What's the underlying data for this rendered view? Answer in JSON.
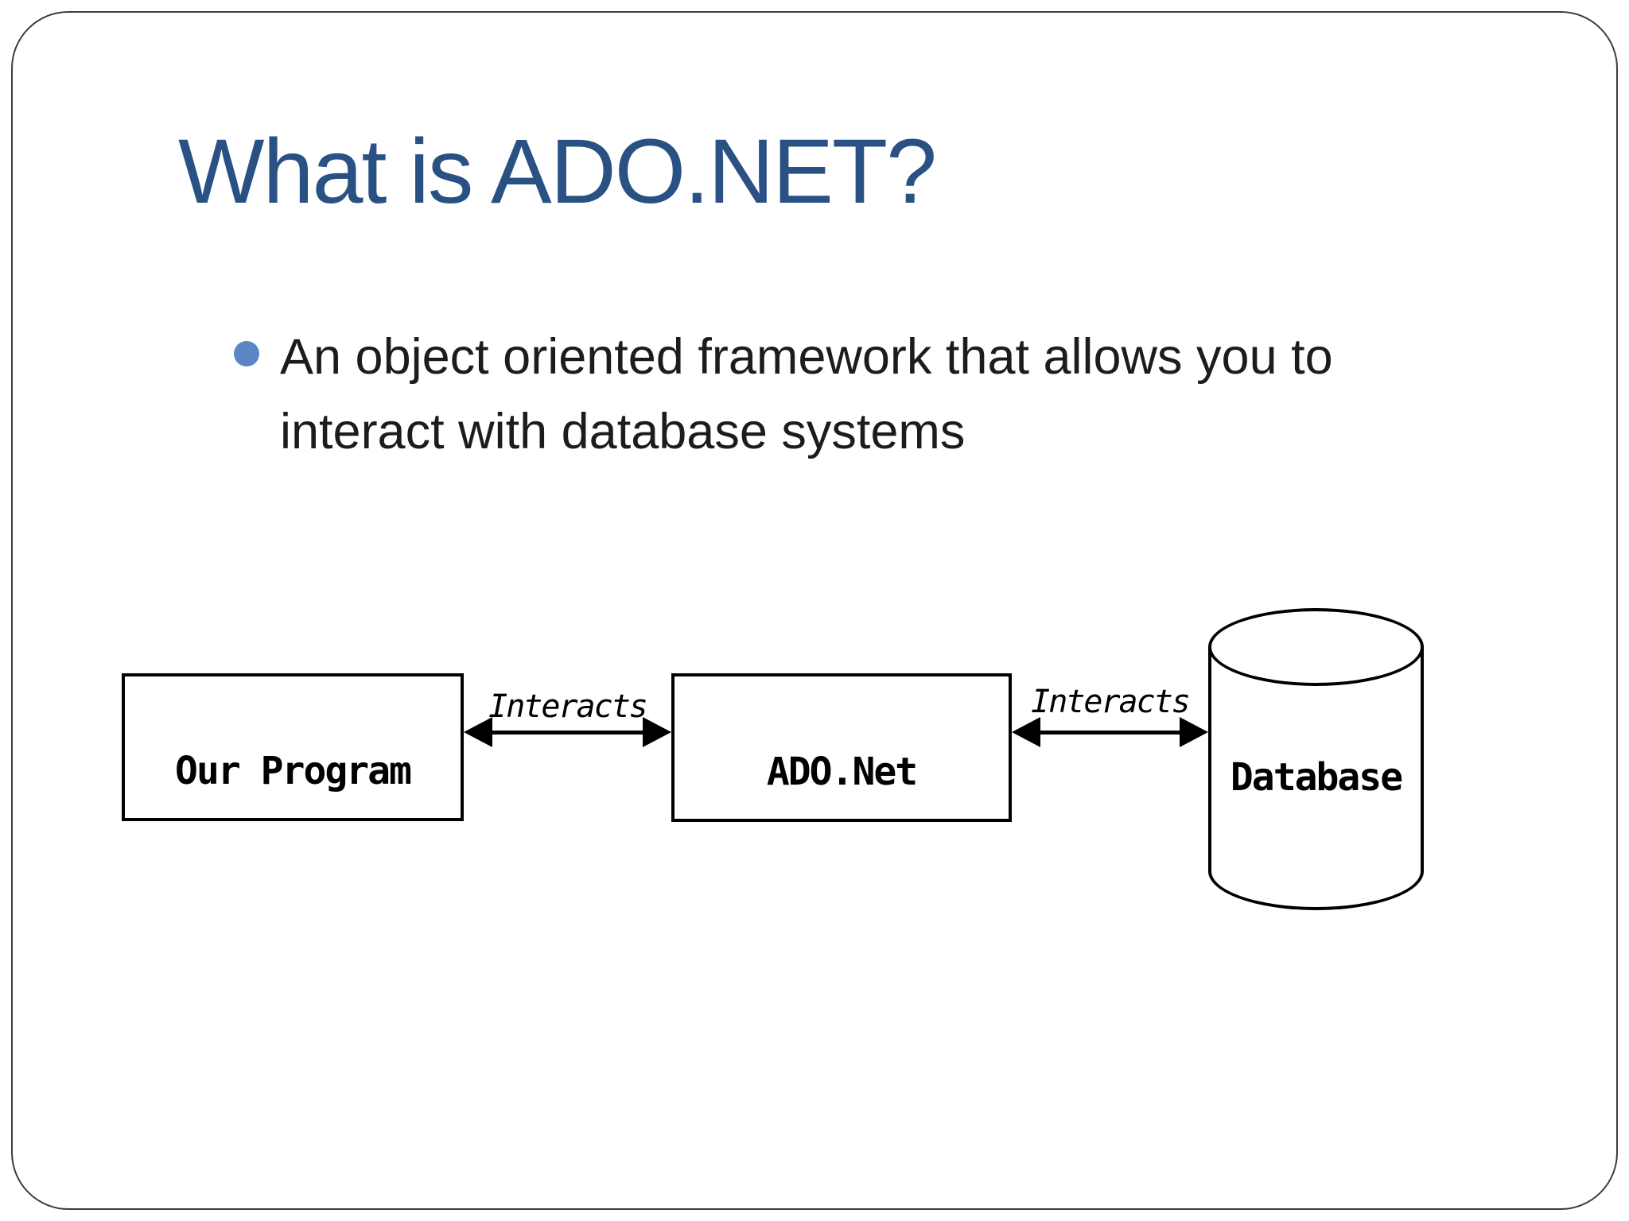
{
  "slide": {
    "title": "What is ADO.NET?",
    "bullet": {
      "lines": [
        "An object oriented framework that allows you to",
        "interact with database systems"
      ]
    },
    "colors": {
      "title": "#2a5183",
      "bullet-dot": "#5b86c3",
      "body-text": "#1c1c1c",
      "diagram-stroke": "#000000",
      "frame-border": "#3d3d3d"
    },
    "diagram": {
      "nodes": [
        {
          "id": "our-program",
          "label": "Our Program",
          "shape": "rectangle"
        },
        {
          "id": "ado-net",
          "label": "ADO.Net",
          "shape": "rectangle"
        },
        {
          "id": "database",
          "label": "Database",
          "shape": "cylinder"
        }
      ],
      "connections": [
        {
          "from": "our-program",
          "to": "ado-net",
          "label": "Interacts",
          "type": "double-arrow"
        },
        {
          "from": "ado-net",
          "to": "database",
          "label": "Interacts",
          "type": "double-arrow"
        }
      ]
    }
  }
}
